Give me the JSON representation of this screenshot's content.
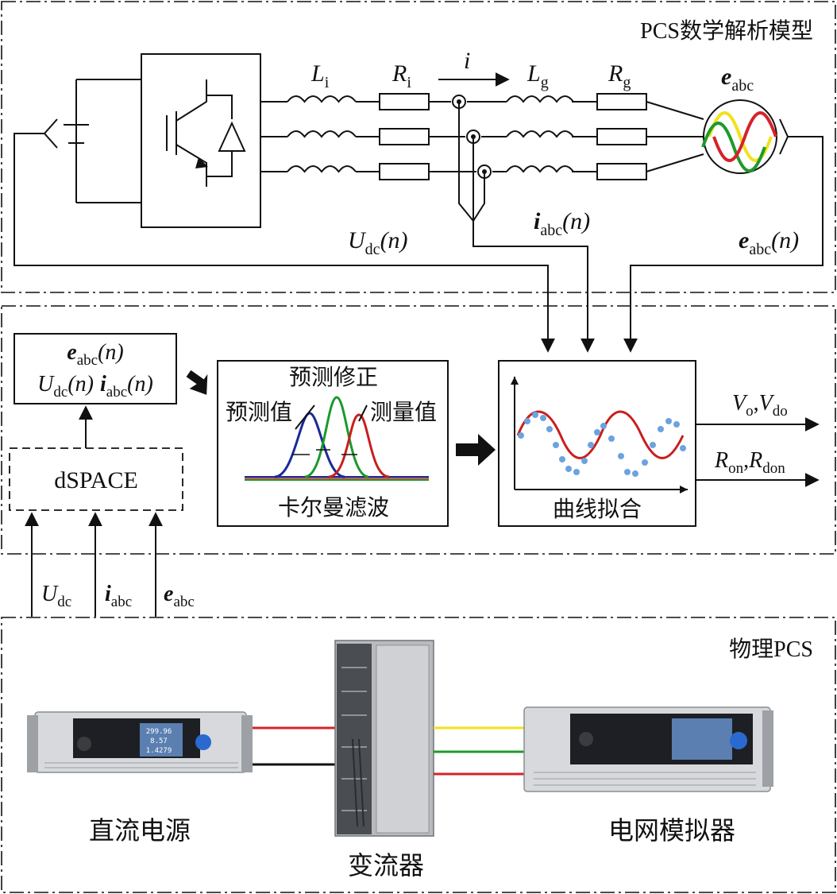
{
  "sections": {
    "model_title": "PCS数学解析模型",
    "physical_title": "物理PCS"
  },
  "circuit": {
    "Li": {
      "base": "L",
      "sub": "i"
    },
    "Ri": {
      "base": "R",
      "sub": "i"
    },
    "current": "i",
    "Lg": {
      "base": "L",
      "sub": "g"
    },
    "Rg": {
      "base": "R",
      "sub": "g"
    },
    "eabc": {
      "base": "e",
      "sub": "abc"
    },
    "udc_n": {
      "base": "U",
      "sub": "dc",
      "arg": "(n)"
    },
    "iabc_n": {
      "base": "i",
      "sub": "abc",
      "arg": "(n)"
    },
    "eabc_n": {
      "base": "e",
      "sub": "abc",
      "arg": "(n)"
    }
  },
  "input_box": {
    "line1": {
      "base": "e",
      "sub": "abc",
      "arg": "(n)"
    },
    "line2a": {
      "base": "U",
      "sub": "dc",
      "arg": "(n)"
    },
    "line2b": {
      "base": "i",
      "sub": "abc",
      "arg": "(n)"
    }
  },
  "dspace": {
    "label": "dSPACE"
  },
  "kalman": {
    "title": "卡尔曼滤波",
    "predict": "预测值",
    "correct": "预测修正",
    "measure": "测量值",
    "curve_colors": [
      "#1a2a9a",
      "#1a9a2a",
      "#c81e1e"
    ]
  },
  "fit": {
    "title": "曲线拟合",
    "curve_color": "#c81e1e",
    "point_color": "#6aa3e0"
  },
  "outputs": {
    "v": {
      "a": "V",
      "a_sub": "o",
      "b": "V",
      "b_sub": "do"
    },
    "r": {
      "a": "R",
      "a_sub": "on",
      "b": "R",
      "b_sub": "don"
    }
  },
  "measurements": {
    "udc": {
      "base": "U",
      "sub": "dc"
    },
    "iabc": {
      "base": "i",
      "sub": "abc"
    },
    "eabc": {
      "base": "e",
      "sub": "abc"
    }
  },
  "devices": {
    "dc_source": "直流电源",
    "converter": "变流器",
    "grid_sim": "电网模拟器",
    "dc_readings": [
      "299.96",
      "8.57",
      "1.4279"
    ]
  },
  "colors": {
    "phase_a": "#f2e21a",
    "phase_b": "#1f9a2a",
    "phase_c": "#d4242a"
  }
}
